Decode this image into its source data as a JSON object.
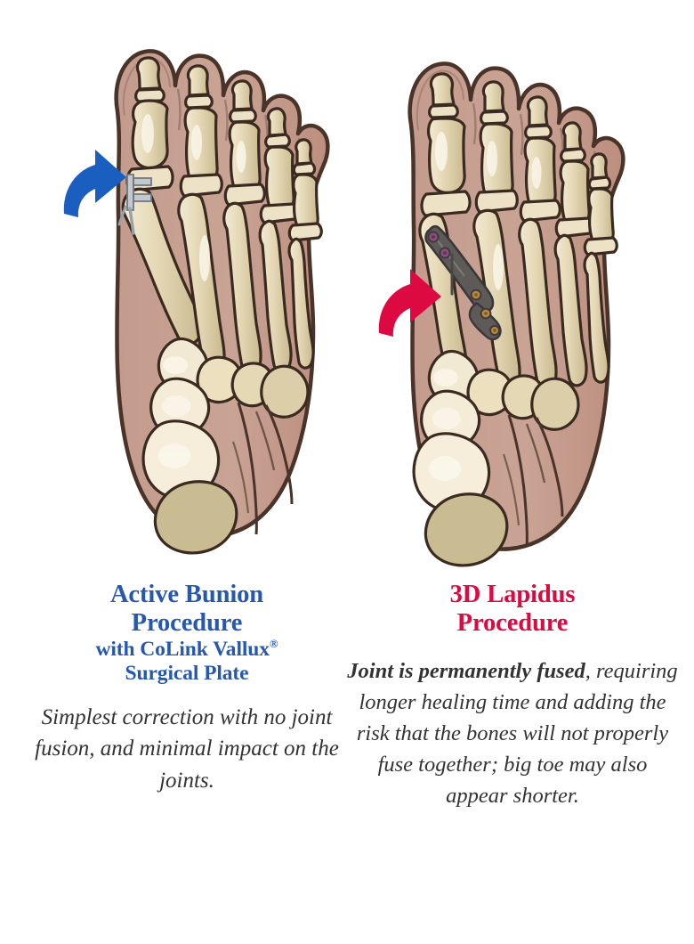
{
  "illustration": {
    "left_foot": {
      "label": "foot-with-surgical-plate-illustration",
      "implant": "small silver L-shaped surgical plate at first metatarsal head",
      "arrow_color": "#1a5fc0",
      "arrow_direction": "right"
    },
    "right_foot": {
      "label": "foot-with-fusion-plate-illustration",
      "implant": "dark gunmetal fusion plate with five screws spanning first metatarsal to medial cuneiform",
      "arrow_color": "#dc0a41",
      "arrow_direction": "right"
    },
    "palette": {
      "skin": "#c9a091",
      "skin_shadow": "#b78b7d",
      "outline": "#4a3328",
      "bone_light": "#f0e6cd",
      "bone_mid": "#ded0ab",
      "bone_shadow": "#c3b589",
      "bone_dark": "#a79a70",
      "plate_silver": "#b9bfc6",
      "plate_dark": "#5d5a57",
      "screw_purple": "#8a4f7d",
      "screw_amber": "#b8883c",
      "background": "#ffffff"
    }
  },
  "left_column": {
    "heading_line1": "Active Bunion",
    "heading_line2": "Procedure",
    "heading_line3_prefix": "with CoLink Vallux",
    "heading_line3_mark": "®",
    "heading_line4": "Surgical Plate",
    "heading_color": "#2558ae",
    "body": "Simplest correction with no joint fusion, and minimal impact on the joints."
  },
  "right_column": {
    "heading_line1": "3D Lapidus",
    "heading_line2": "Procedure",
    "heading_color": "#dc0a41",
    "body_lead": "Joint is permanently fused",
    "body_rest": ", requiring longer healing time and adding the risk that the bones will not properly fuse together; big toe may also appear shorter."
  }
}
